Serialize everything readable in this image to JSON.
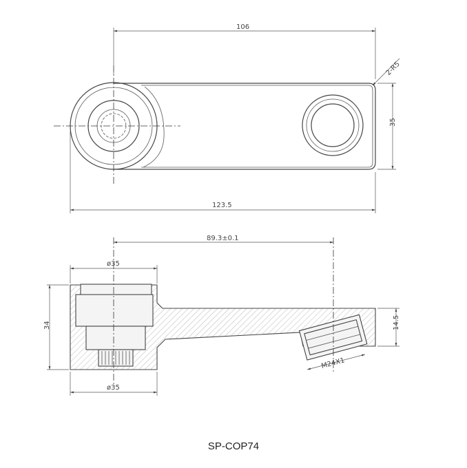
{
  "top_view": {
    "dim_length_top": "106",
    "dim_radius": "2-R5",
    "dim_height": "35",
    "dim_length_total": "123.5"
  },
  "side_view": {
    "dim_center_distance": "89.3±0.1",
    "dim_diameter_top": "ø35",
    "dim_height": "34",
    "dim_offset": "14.5",
    "dim_thread": "M24X1",
    "dim_diameter_bottom": "ø35"
  },
  "part_number": "SP-COP74"
}
